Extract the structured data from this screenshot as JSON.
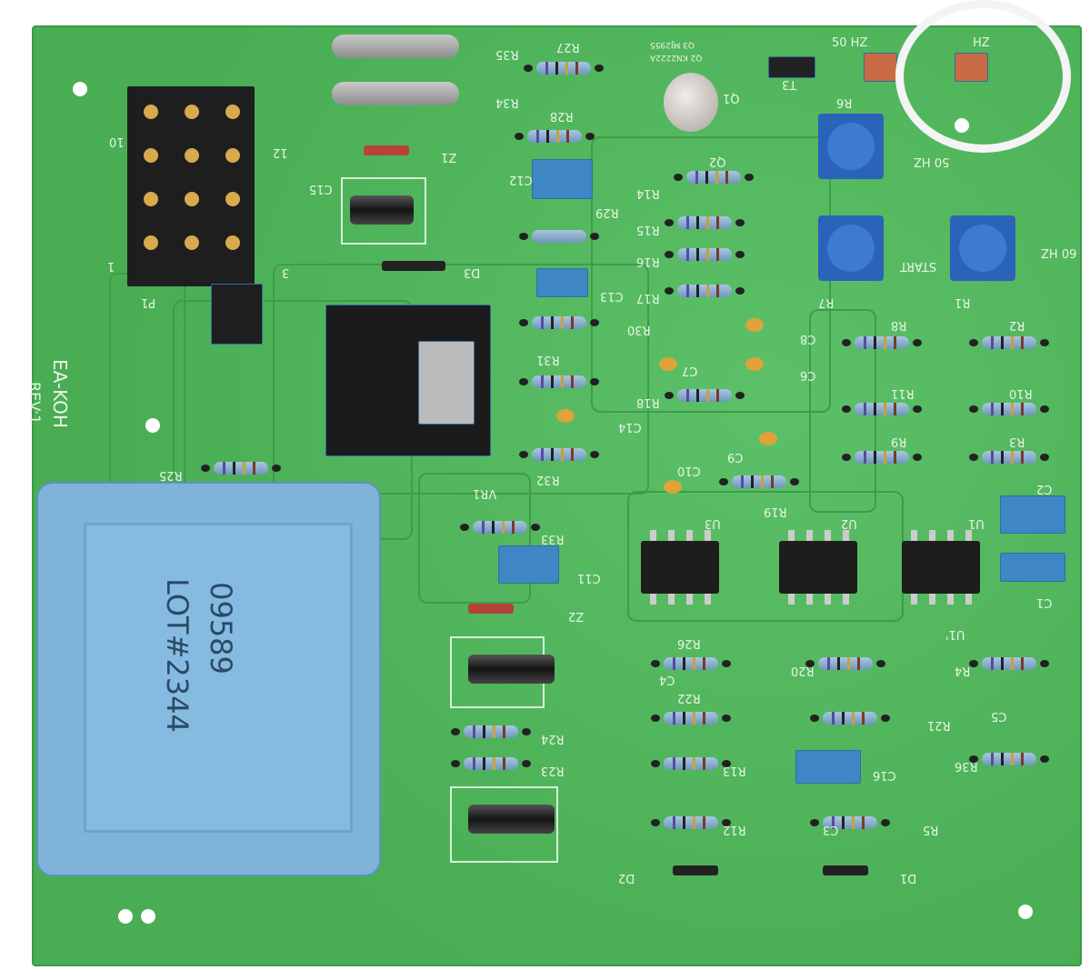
{
  "board": {
    "name": "EA-KOH",
    "revision": "REV:1",
    "colors": {
      "pcb": "#4fb55a",
      "silkscreen": "#e8f5e5",
      "transformer": "#7fb3d9"
    },
    "transformer_text": [
      "09589",
      "LOT#2344"
    ],
    "connector": {
      "label": "P1",
      "pin_numbers": [
        "10",
        "12",
        "3",
        "1"
      ]
    },
    "regulator": "VR1",
    "transistor_labels": [
      "Q3 MJ2955",
      "Q2 KN2222A",
      "Q1",
      "Q2"
    ],
    "header_labels": [
      "50 HZ",
      "HZ",
      "T3"
    ],
    "pot_labels": {
      "r6": "R6",
      "r6_note": "50 HZ",
      "r7": "R7",
      "r7_note": "START",
      "r1": "R1",
      "r1_note": "60 HZ"
    },
    "resistors": [
      "R35",
      "R34",
      "R27",
      "R28",
      "R14",
      "R15",
      "R16",
      "R17",
      "R30",
      "R31",
      "R32",
      "R18",
      "R19",
      "R8",
      "R2",
      "R11",
      "R10",
      "R9",
      "R3",
      "R25",
      "R33",
      "R26",
      "R20",
      "R4",
      "R22",
      "R21",
      "R24",
      "R23",
      "R36",
      "R13",
      "R12",
      "R5"
    ],
    "box_capacitors": [
      "C12",
      "C13",
      "C11",
      "C2",
      "C1",
      "C16"
    ],
    "ceramic_capacitors": [
      "C8",
      "C7",
      "C6",
      "C14",
      "C9",
      "C10"
    ],
    "electrolytic_capacitors": [
      "C15",
      "C4",
      "C3"
    ],
    "diodes": [
      "Z1",
      "D3",
      "Z2",
      "D2",
      "D1"
    ],
    "ics": [
      "U3",
      "U2",
      "U1"
    ],
    "misc_labels": [
      "R29",
      "U1'",
      "C5"
    ]
  }
}
